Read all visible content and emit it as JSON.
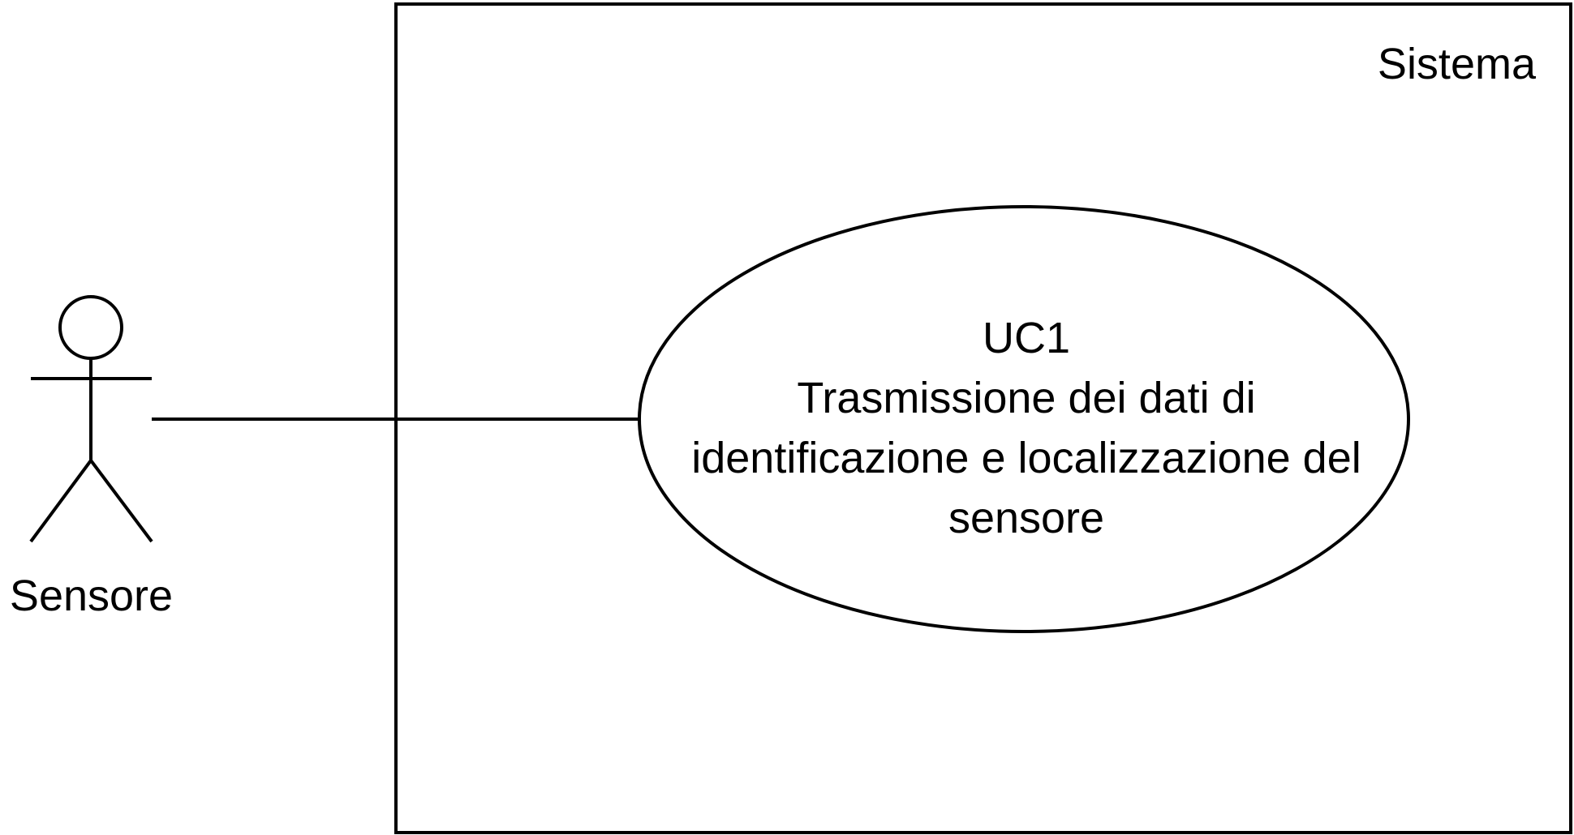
{
  "diagram": {
    "system": {
      "label": "Sistema"
    },
    "actor": {
      "label": "Sensore"
    },
    "use_case": {
      "id": "UC1",
      "lines": [
        "Trasmissione dei dati di",
        "identificazione e localizzazione del",
        "sensore"
      ]
    },
    "colors": {
      "stroke": "#000000",
      "background": "#ffffff"
    }
  }
}
